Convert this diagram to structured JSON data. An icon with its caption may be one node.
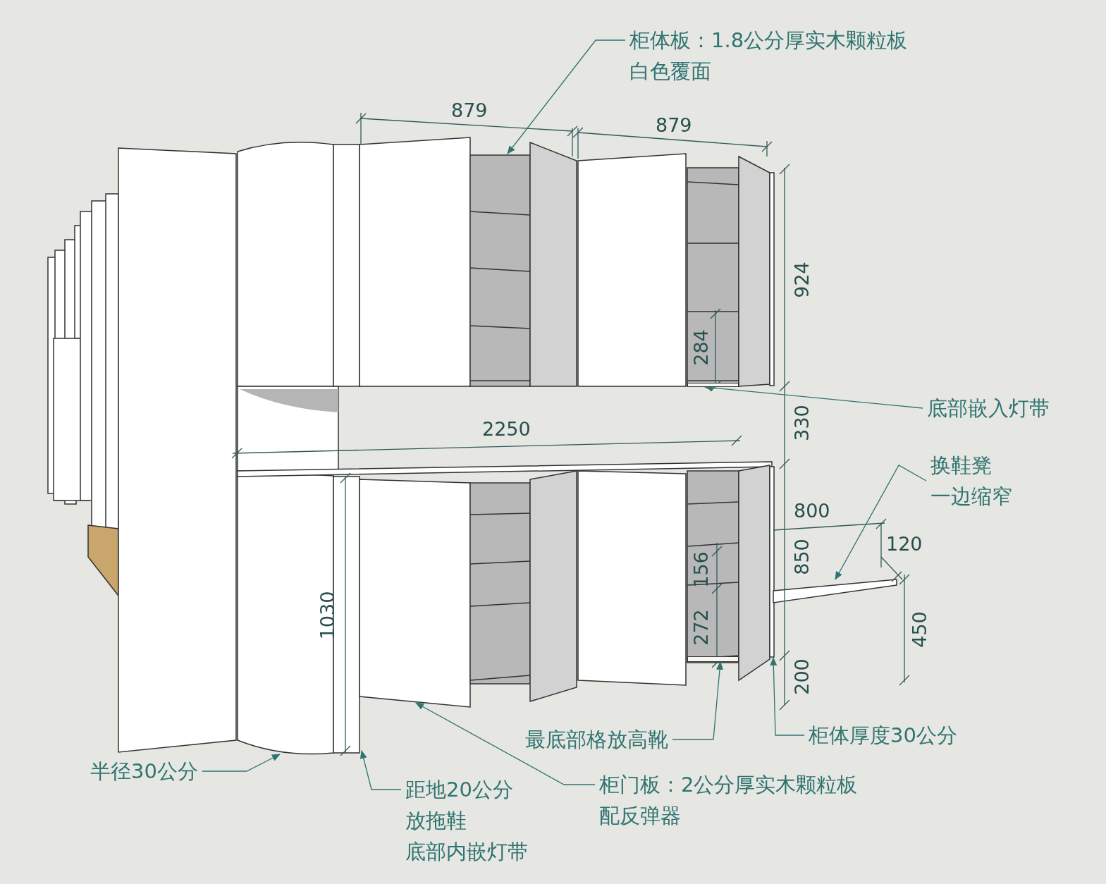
{
  "diagram": {
    "nodes": [
      {
        "text": [
          "柜体板：1.8公分厚实木颗粒板",
          "白色覆面"
        ]
      },
      {
        "text": [
          "底部嵌入灯带"
        ]
      },
      {
        "text": [
          "换鞋凳一边缩窄"
        ]
      },
      {
        "text": [
          "柜体厚度30公分"
        ]
      },
      {
        "text": [
          "最底部格放高靴"
        ]
      },
      {
        "text": [
          "柜门板：2公分厚实木颗粒板",
          "配反弹器"
        ]
      },
      {
        "text": [
          "距地20公分",
          "放拖鞋",
          "底部内嵌灯带"
        ]
      },
      {
        "text": [
          "半径30公分"
        ]
      },
      {
        "text": [],
        "shape": "bar"
      },
      {
        "text": [],
        "shape": "bar"
      }
    ],
    "edges": [
      {
        "from": 0,
        "to": null,
        "arrow": "to"
      },
      {
        "from": 1,
        "to": 8,
        "arrow": "to"
      },
      {
        "from": 2,
        "to": null,
        "arrow": "to"
      },
      {
        "from": 3,
        "to": null,
        "arrow": "to"
      },
      {
        "from": 4,
        "to": 9,
        "arrow": "to"
      },
      {
        "from": 5,
        "to": null,
        "arrow": "to"
      },
      {
        "from": 6,
        "to": null,
        "arrow": "to"
      },
      {
        "from": 7,
        "to": null,
        "arrow": "to"
      }
    ],
    "labels": [
      "879",
      "879",
      "924",
      "284",
      "330",
      "2250",
      "800",
      "850",
      "156",
      "120",
      "272",
      "1030",
      "450",
      "200"
    ]
  }
}
